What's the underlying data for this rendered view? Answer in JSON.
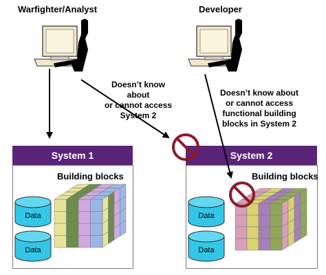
{
  "actors": {
    "analyst": {
      "label": "Warfighter/Analyst"
    },
    "developer": {
      "label": "Developer"
    }
  },
  "notes": {
    "analyst_note": [
      "Doesn’t know about",
      "or cannot access",
      "System 2"
    ],
    "developer_note": [
      "Doesn’t know about",
      "or cannot access",
      "functional building",
      "blocks in System 2"
    ]
  },
  "systems": [
    {
      "title": "System 1",
      "blocks_label": "Building blocks",
      "data_labels": [
        "Data",
        "Data"
      ]
    },
    {
      "title": "System 2",
      "blocks_label": "Building blocks",
      "data_labels": [
        "Data",
        "Data"
      ]
    }
  ],
  "colors": {
    "system_header": "#5a2578",
    "no_symbol": "#8b1a2b",
    "data_cylinder": "#33c6e6"
  },
  "icons": [
    "computer-user-icon",
    "data-cylinder-icon",
    "building-block-cube-icon",
    "no-entry-icon"
  ]
}
